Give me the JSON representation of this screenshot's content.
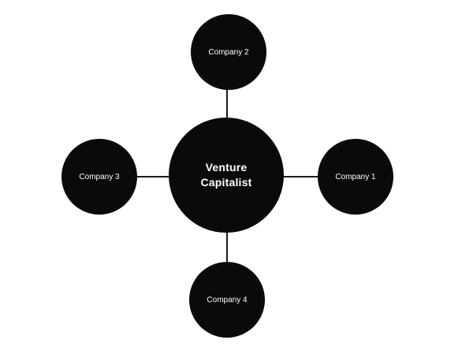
{
  "diagram": {
    "title": "Venture Capitalist hub-and-spoke diagram",
    "center_node": {
      "label": "Venture Capitalist"
    },
    "nodes": [
      {
        "id": "company-1",
        "label": "Company 1",
        "position": "right"
      },
      {
        "id": "company-2",
        "label": "Company 2",
        "position": "top"
      },
      {
        "id": "company-3",
        "label": "Company 3",
        "position": "left"
      },
      {
        "id": "company-4",
        "label": "Company 4",
        "position": "bottom"
      }
    ],
    "connectors": [
      {
        "from": "venture-capitalist",
        "to": "company-2",
        "orientation": "vertical"
      },
      {
        "from": "venture-capitalist",
        "to": "company-4",
        "orientation": "vertical"
      },
      {
        "from": "venture-capitalist",
        "to": "company-3",
        "orientation": "horizontal"
      },
      {
        "from": "venture-capitalist",
        "to": "company-1",
        "orientation": "horizontal"
      }
    ],
    "colors": {
      "node_fill": "#0a0a0a",
      "connector": "#1a1a1a",
      "label_text": "#ffffff",
      "background": "#ffffff"
    }
  }
}
